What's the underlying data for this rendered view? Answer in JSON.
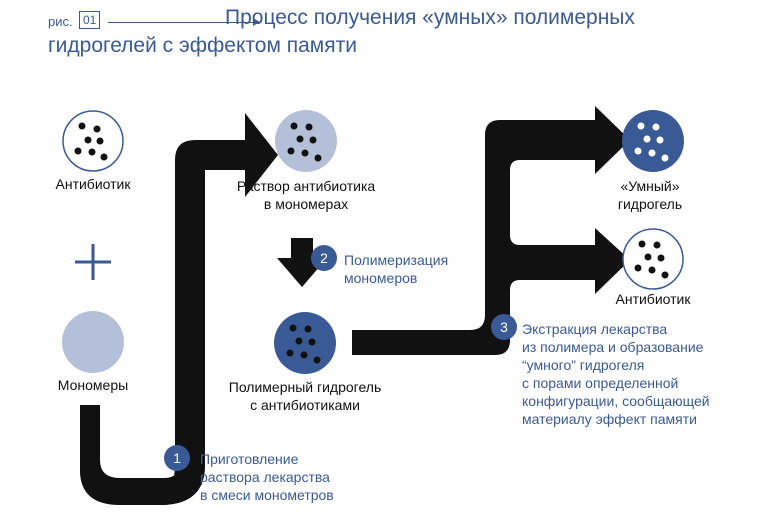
{
  "figure": {
    "label": "рис.",
    "number": "01",
    "title_line1": "Процесс получения «умных» полимерных",
    "title_line2": "гидрогелей с эффектом памяти"
  },
  "nodes": {
    "antibiotic": "Антибиотик",
    "monomers": "Мономеры",
    "solution": [
      "Раствор антибиотика",
      "в мономерах"
    ],
    "hydrogel": [
      "Полимерный гидрогель",
      "с антибиотиками"
    ],
    "smart_gel": [
      "«Умный»",
      "гидрогель"
    ],
    "antibiotic_out": "Антибиотик",
    "plus_sign": "+"
  },
  "steps": [
    {
      "number": "1",
      "lines": [
        "Приготовление",
        "раствора лекарства",
        "в смеси монометров"
      ]
    },
    {
      "number": "2",
      "lines": [
        "Полимеризация",
        "мономеров"
      ]
    },
    {
      "number": "3",
      "lines": [
        "Экстракция лекарства",
        "из полимера и образование",
        "“умного” гидрогеля",
        "с порами определенной",
        "конфигурации, сообщающей",
        "материалу эффект памяти"
      ]
    }
  ],
  "colors": {
    "accent": "#3a5a96",
    "light_blue": "#b4bfd8",
    "arrow": "#111111"
  }
}
